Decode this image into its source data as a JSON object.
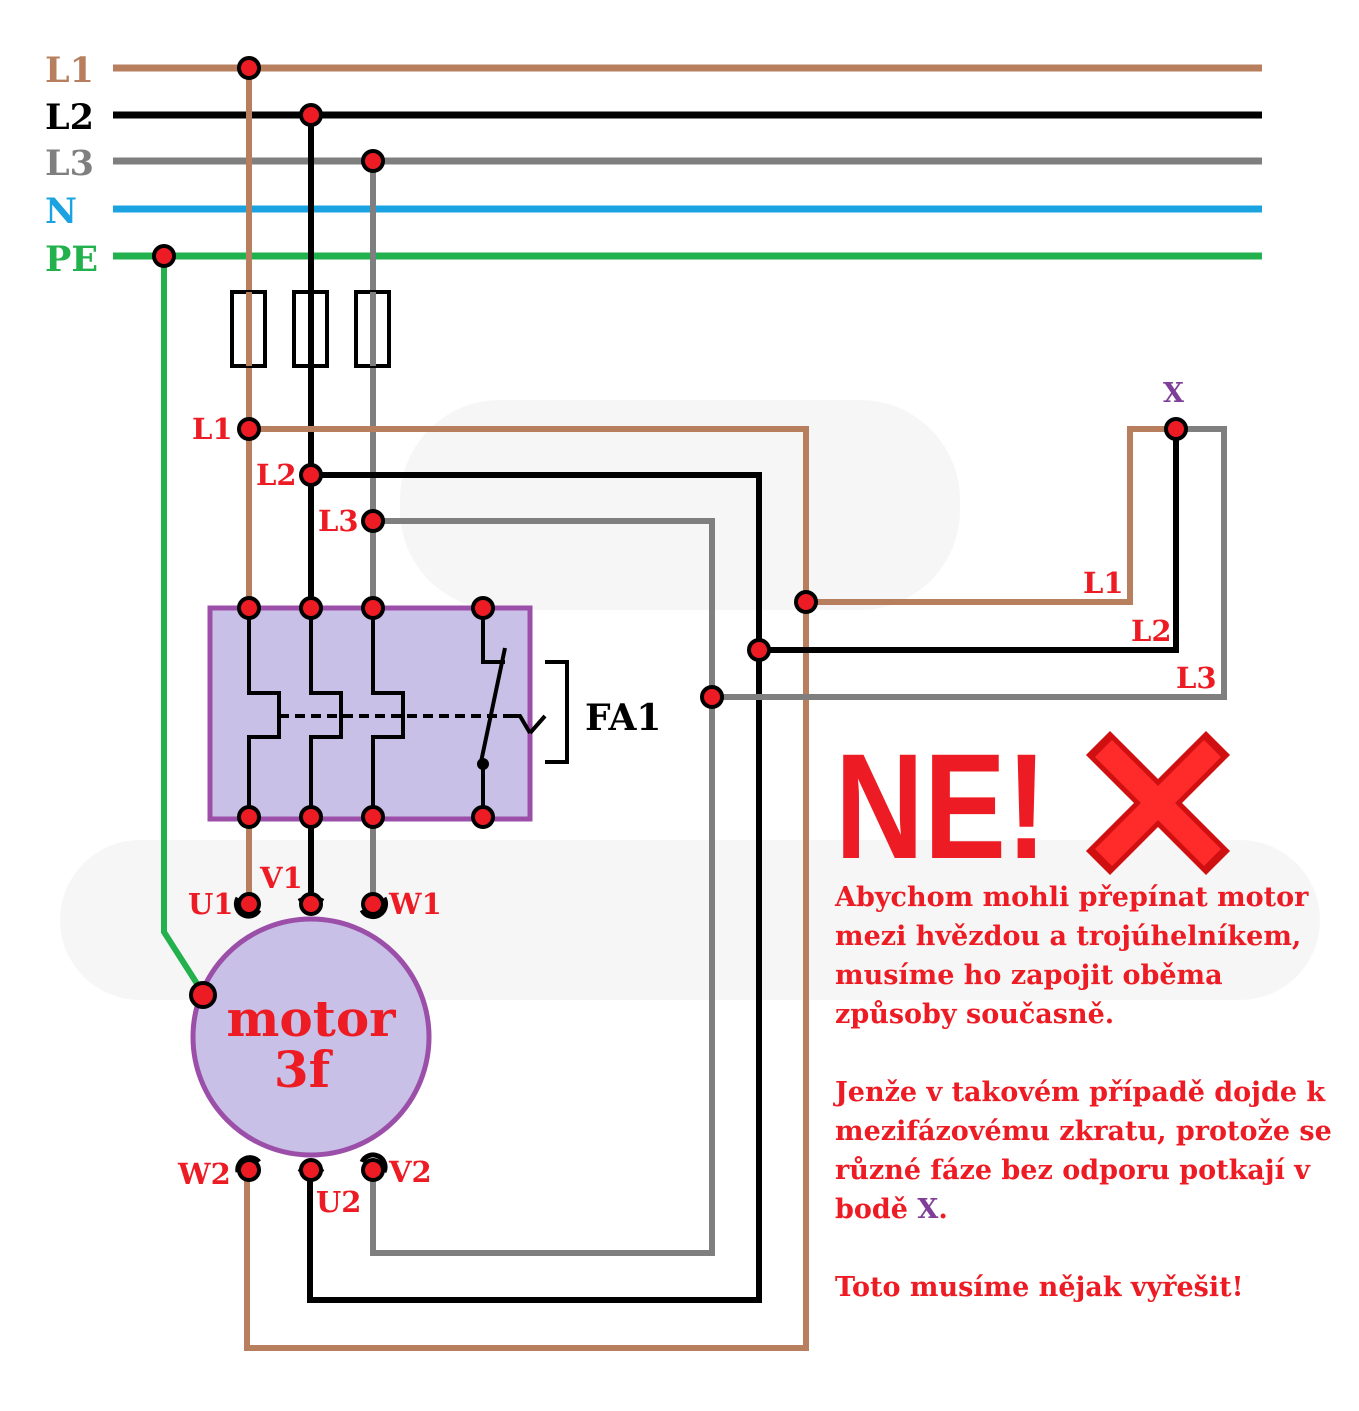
{
  "bus": {
    "l1": "L1",
    "l2": "L2",
    "l3": "L3",
    "n": "N",
    "pe": "PE"
  },
  "labels": {
    "feed_l1": "L1",
    "feed_l2": "L2",
    "feed_l3": "L3",
    "breaker": "FA1",
    "motor_line1": "motor",
    "motor_line2": "3f",
    "u1": "U1",
    "v1": "V1",
    "w1": "W1",
    "w2": "W2",
    "u2": "U2",
    "v2": "V2",
    "delta_l1": "L1",
    "delta_l2": "L2",
    "delta_l3": "L3",
    "junction": "X"
  },
  "warning": {
    "headline": "NE!",
    "cross_icon": "x-icon"
  },
  "explanation": {
    "p1": "Abychom mohli přepínat motor mezi hvězdou a trojúhelníkem, musíme ho zapojit oběma způsoby současně.",
    "p2_text": "Jenže v takovém případě dojde k mezifázovému zkratu, protože se různé fáze bez odporu potkají v bodě",
    "p2_mark": "X",
    "p2_end": ".",
    "p3": "Toto musíme nějak vyřešit!"
  },
  "colors": {
    "l1": "#b77f5e",
    "l2": "#000000",
    "l3": "#7f7f7f",
    "n": "#1aa3e0",
    "pe": "#22b14c",
    "terminal": "#ed1c24",
    "breaker_fill": "#c8c0e6",
    "breaker_border": "#9b4fa8",
    "text_red": "#ed1c24",
    "text_purple": "#7f3f98"
  }
}
